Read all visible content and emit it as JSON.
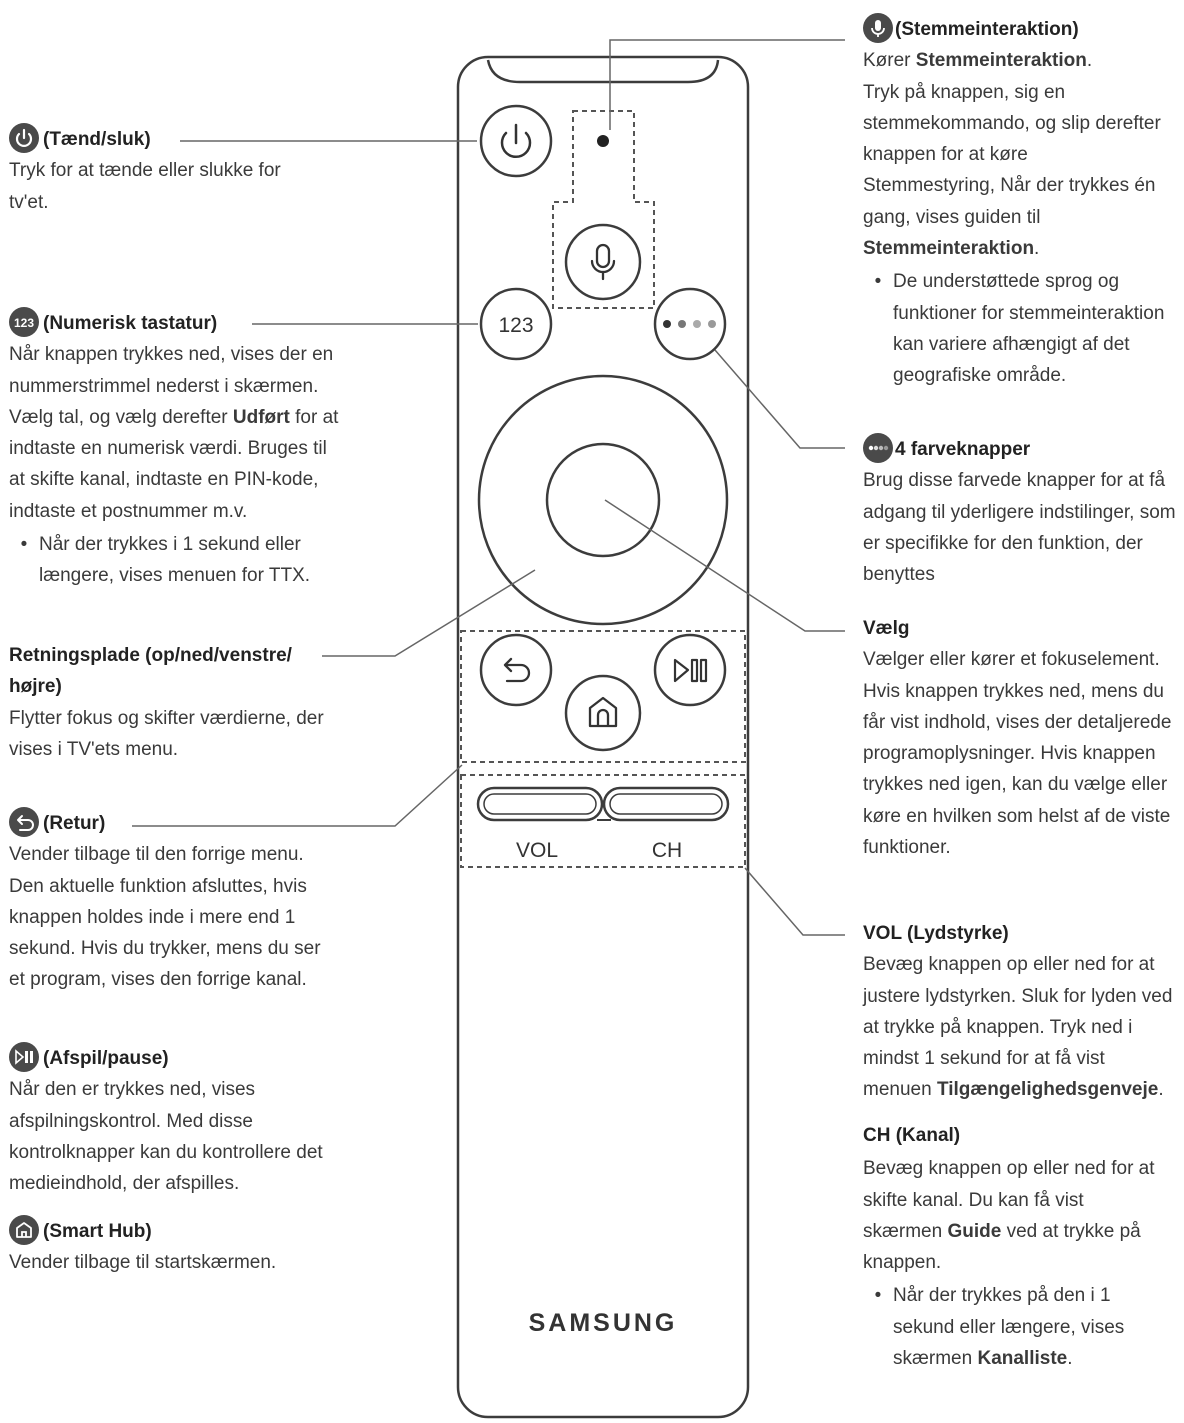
{
  "remote": {
    "btn_123": "123",
    "vol_label": "VOL",
    "ch_label": "CH",
    "brand": "SAMSUNG"
  },
  "left": {
    "power": {
      "heading": "(Tænd/sluk)",
      "icon": "power-icon",
      "text": "Tryk for at tænde eller slukke for tv'et."
    },
    "numeric": {
      "heading": "(Numerisk tastatur)",
      "icon": "123-icon",
      "text_pre": "Når knappen trykkes ned, vises der en nummerstrimmel nederst i skærmen. Vælg tal, og vælg derefter ",
      "text_bold": "Udført",
      "text_post": " for at indtaste en numerisk værdi. Bruges til at skifte kanal, indtaste en PIN-kode, indtaste et postnummer m.v.",
      "bullet": "Når der trykkes i 1 sekund eller længere, vises menuen for TTX."
    },
    "direction": {
      "heading": "Retningsplade (op/ned/venstre/ højre)",
      "text": "Flytter fokus og skifter værdierne, der vises i TV'ets menu."
    },
    "return": {
      "heading": "(Retur)",
      "icon": "return-icon",
      "text": "Vender tilbage til den forrige menu. Den aktuelle funktion afsluttes, hvis knappen holdes inde i mere end 1 sekund. Hvis du trykker, mens du ser et program, vises den forrige kanal."
    },
    "play": {
      "heading": "(Afspil/pause)",
      "icon": "play-pause-icon",
      "text": "Når den er trykkes ned, vises afspilningskontrol. Med disse kontrolknapper kan du kontrollere det medieindhold, der afspilles."
    },
    "smarthub": {
      "heading": "(Smart Hub)",
      "icon": "home-icon",
      "text": "Vender tilbage til startskærmen."
    }
  },
  "right": {
    "voice": {
      "heading": "(Stemmeinteraktion)",
      "icon": "microphone-icon",
      "line1_pre": "Kører ",
      "line1_bold": "Stemmeinteraktion",
      "line1_post": ".",
      "text_pre": "Tryk på knappen, sig en stemmekommando, og slip derefter knappen for at køre Stemmestyring, Når der trykkes én gang, vises guiden til ",
      "text_bold": "Stemmeinteraktion",
      "text_post": ".",
      "bullet": "De understøttede sprog og funktioner for stemmeinteraktion kan variere afhængigt af det geografiske område."
    },
    "color": {
      "heading": "4 farveknapper",
      "icon": "color-buttons-icon",
      "text": "Brug disse farvede knapper for at få adgang til yderligere indstilinger, som er specifikke for den funktion, der benyttes"
    },
    "select": {
      "heading": "Vælg",
      "text": "Vælger eller kører et fokuselement. Hvis knappen trykkes ned, mens du får vist indhold, vises der detaljerede programoplysninger. Hvis knappen trykkes ned igen, kan du vælge eller køre en hvilken som helst af de viste funktioner."
    },
    "vol": {
      "heading": "VOL (Lydstyrke)",
      "text_pre": "Bevæg knappen op eller ned for at justere lydstyrken. Sluk for lyden ved at trykke på knappen. Tryk ned i mindst 1 sekund for at få vist menuen ",
      "text_bold": "Tilgængelighedsgenveje",
      "text_post": "."
    },
    "ch": {
      "heading": "CH (Kanal)",
      "text_pre": "Bevæg knappen op eller ned for at skifte kanal. Du kan få vist skærmen ",
      "text_bold": "Guide",
      "text_post": " ved at trykke på knappen.",
      "bullet_pre": "Når der trykkes på den i 1 sekund eller længere, vises skærmen ",
      "bullet_bold": "Kanalliste",
      "bullet_post": "."
    }
  }
}
